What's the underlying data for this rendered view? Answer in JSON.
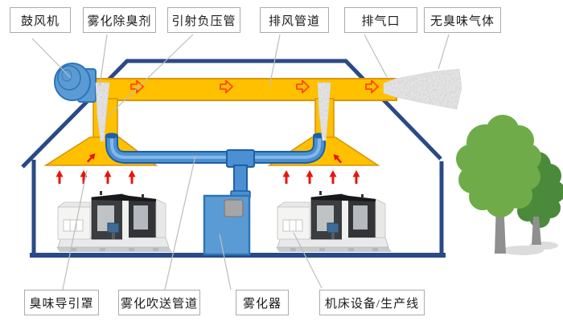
{
  "labels": {
    "top": [
      {
        "id": "blower",
        "text": "鼓风机"
      },
      {
        "id": "atomized-deodorant",
        "text": "雾化除臭剂"
      },
      {
        "id": "ejector-pipe",
        "text": "引射负压管"
      },
      {
        "id": "exhaust-duct",
        "text": "排风管道"
      },
      {
        "id": "exhaust-outlet",
        "text": "排气口"
      },
      {
        "id": "odorless-gas",
        "text": "无臭味气体"
      }
    ],
    "bottom": [
      {
        "id": "odor-guide-hood",
        "text": "臭味导引罩"
      },
      {
        "id": "mist-blow-pipe",
        "text": "雾化吹送管道"
      },
      {
        "id": "atomizer",
        "text": "雾化器"
      },
      {
        "id": "machine-line",
        "text": "机床设备/生产线"
      }
    ]
  },
  "colors": {
    "duct": "#FFC000",
    "duct-border": "#D9940A",
    "pipe": "#4A90D2",
    "pipe-dark": "#1F5FA3",
    "pipe-light": "#8ABCE9",
    "equip-blue": "#5B9BD5",
    "equip-border": "#2E75B6",
    "building": "#2A4A86",
    "red": "#E8150D",
    "flow-arrow": "#FF4708",
    "tree-light": "#6FAC49",
    "tree-dark": "#4C8A3B",
    "leader": "#BDBDBD",
    "mist": "#F0F0F0",
    "panel-gray": "#A6A6A6"
  }
}
